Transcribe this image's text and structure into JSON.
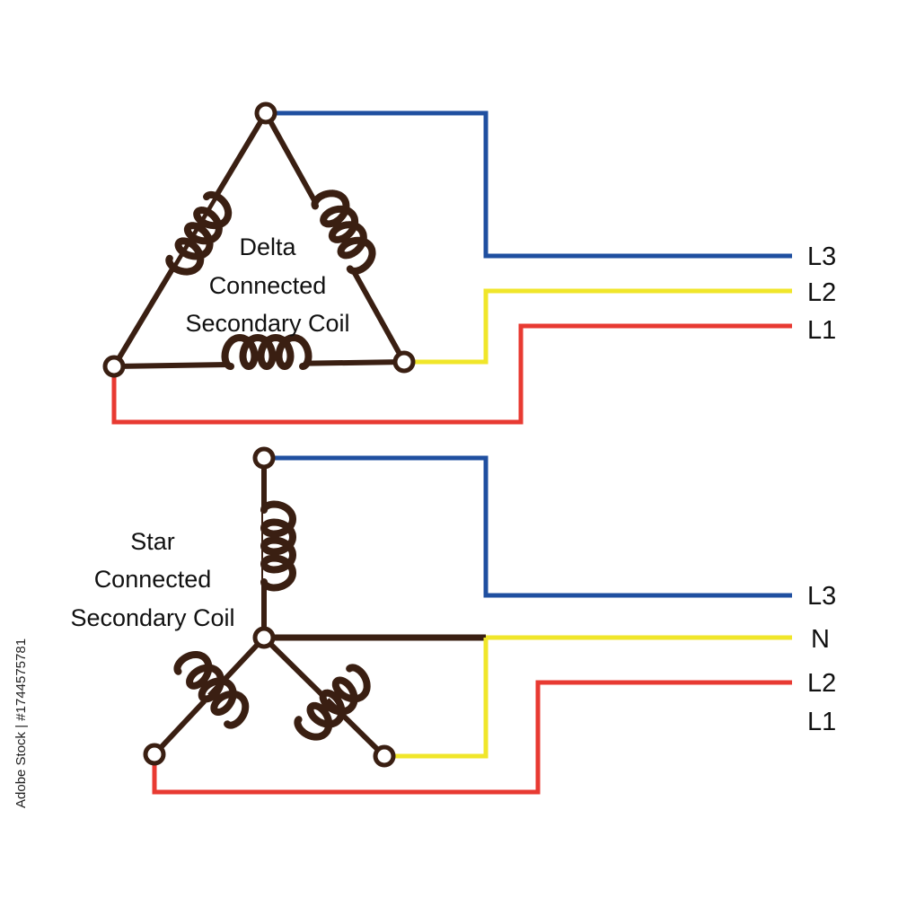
{
  "delta": {
    "title_lines": [
      "Delta",
      "Connected",
      "Secondary Coil"
    ],
    "terminals": [
      "L3",
      "L2",
      "L1"
    ]
  },
  "star": {
    "title_lines": [
      "Star",
      "Connected",
      "Secondary Coil"
    ],
    "terminals": [
      "L3",
      "N",
      "L2",
      "L1"
    ]
  },
  "watermark": "Adobe Stock | #1744575781",
  "colors": {
    "coil": "#3a1f12",
    "wire_l3": "#1f4fa0",
    "wire_l2": "#f0e62a",
    "wire_l1": "#e83a32",
    "wire_n": "#3a1f12"
  }
}
